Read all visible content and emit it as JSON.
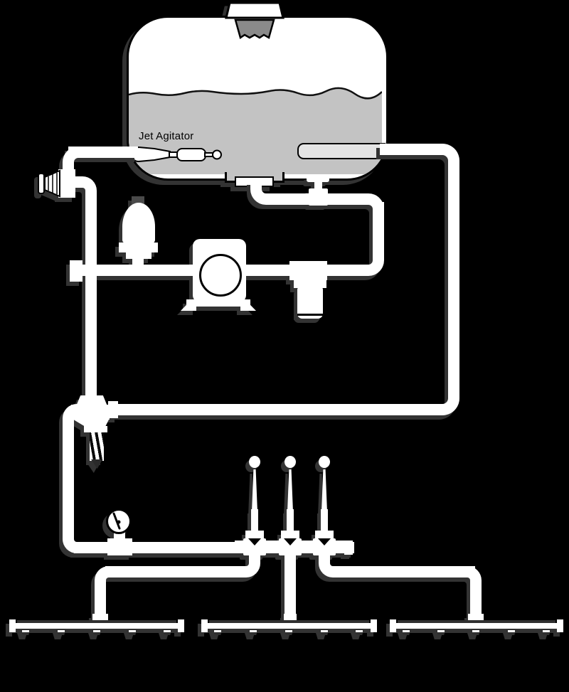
{
  "diagram": {
    "label": "Jet Agitator",
    "type": "sprayer-plumbing-schematic",
    "palette": {
      "background": "#000000",
      "pipe_fill": "#ffffff",
      "outline": "#000000",
      "shadow": "#333333",
      "tank_fill": "#ffffff",
      "tank_liquid": "#c3c3c3",
      "lid_basket": "#8a8a8a",
      "return_tube": "#e4e4e4",
      "nozzle_body": "#303030"
    },
    "components": [
      "tank",
      "tank-lid",
      "lid-basket",
      "liquid-level",
      "jet-agitator",
      "return-tube",
      "tank-sump",
      "suction-shutoff-valve",
      "line-strainer",
      "pulsation-dampener",
      "pump",
      "agitator-control-valve",
      "pressure-regulator",
      "regulator-spring",
      "bypass-line",
      "pressure-gauge",
      "boom-valve-1",
      "boom-valve-2",
      "boom-valve-3",
      "boom-section-left",
      "boom-section-center",
      "boom-section-right",
      "spray-nozzles"
    ],
    "boom_sections": 3,
    "nozzles_per_section": 5,
    "boom_valves": 3
  }
}
